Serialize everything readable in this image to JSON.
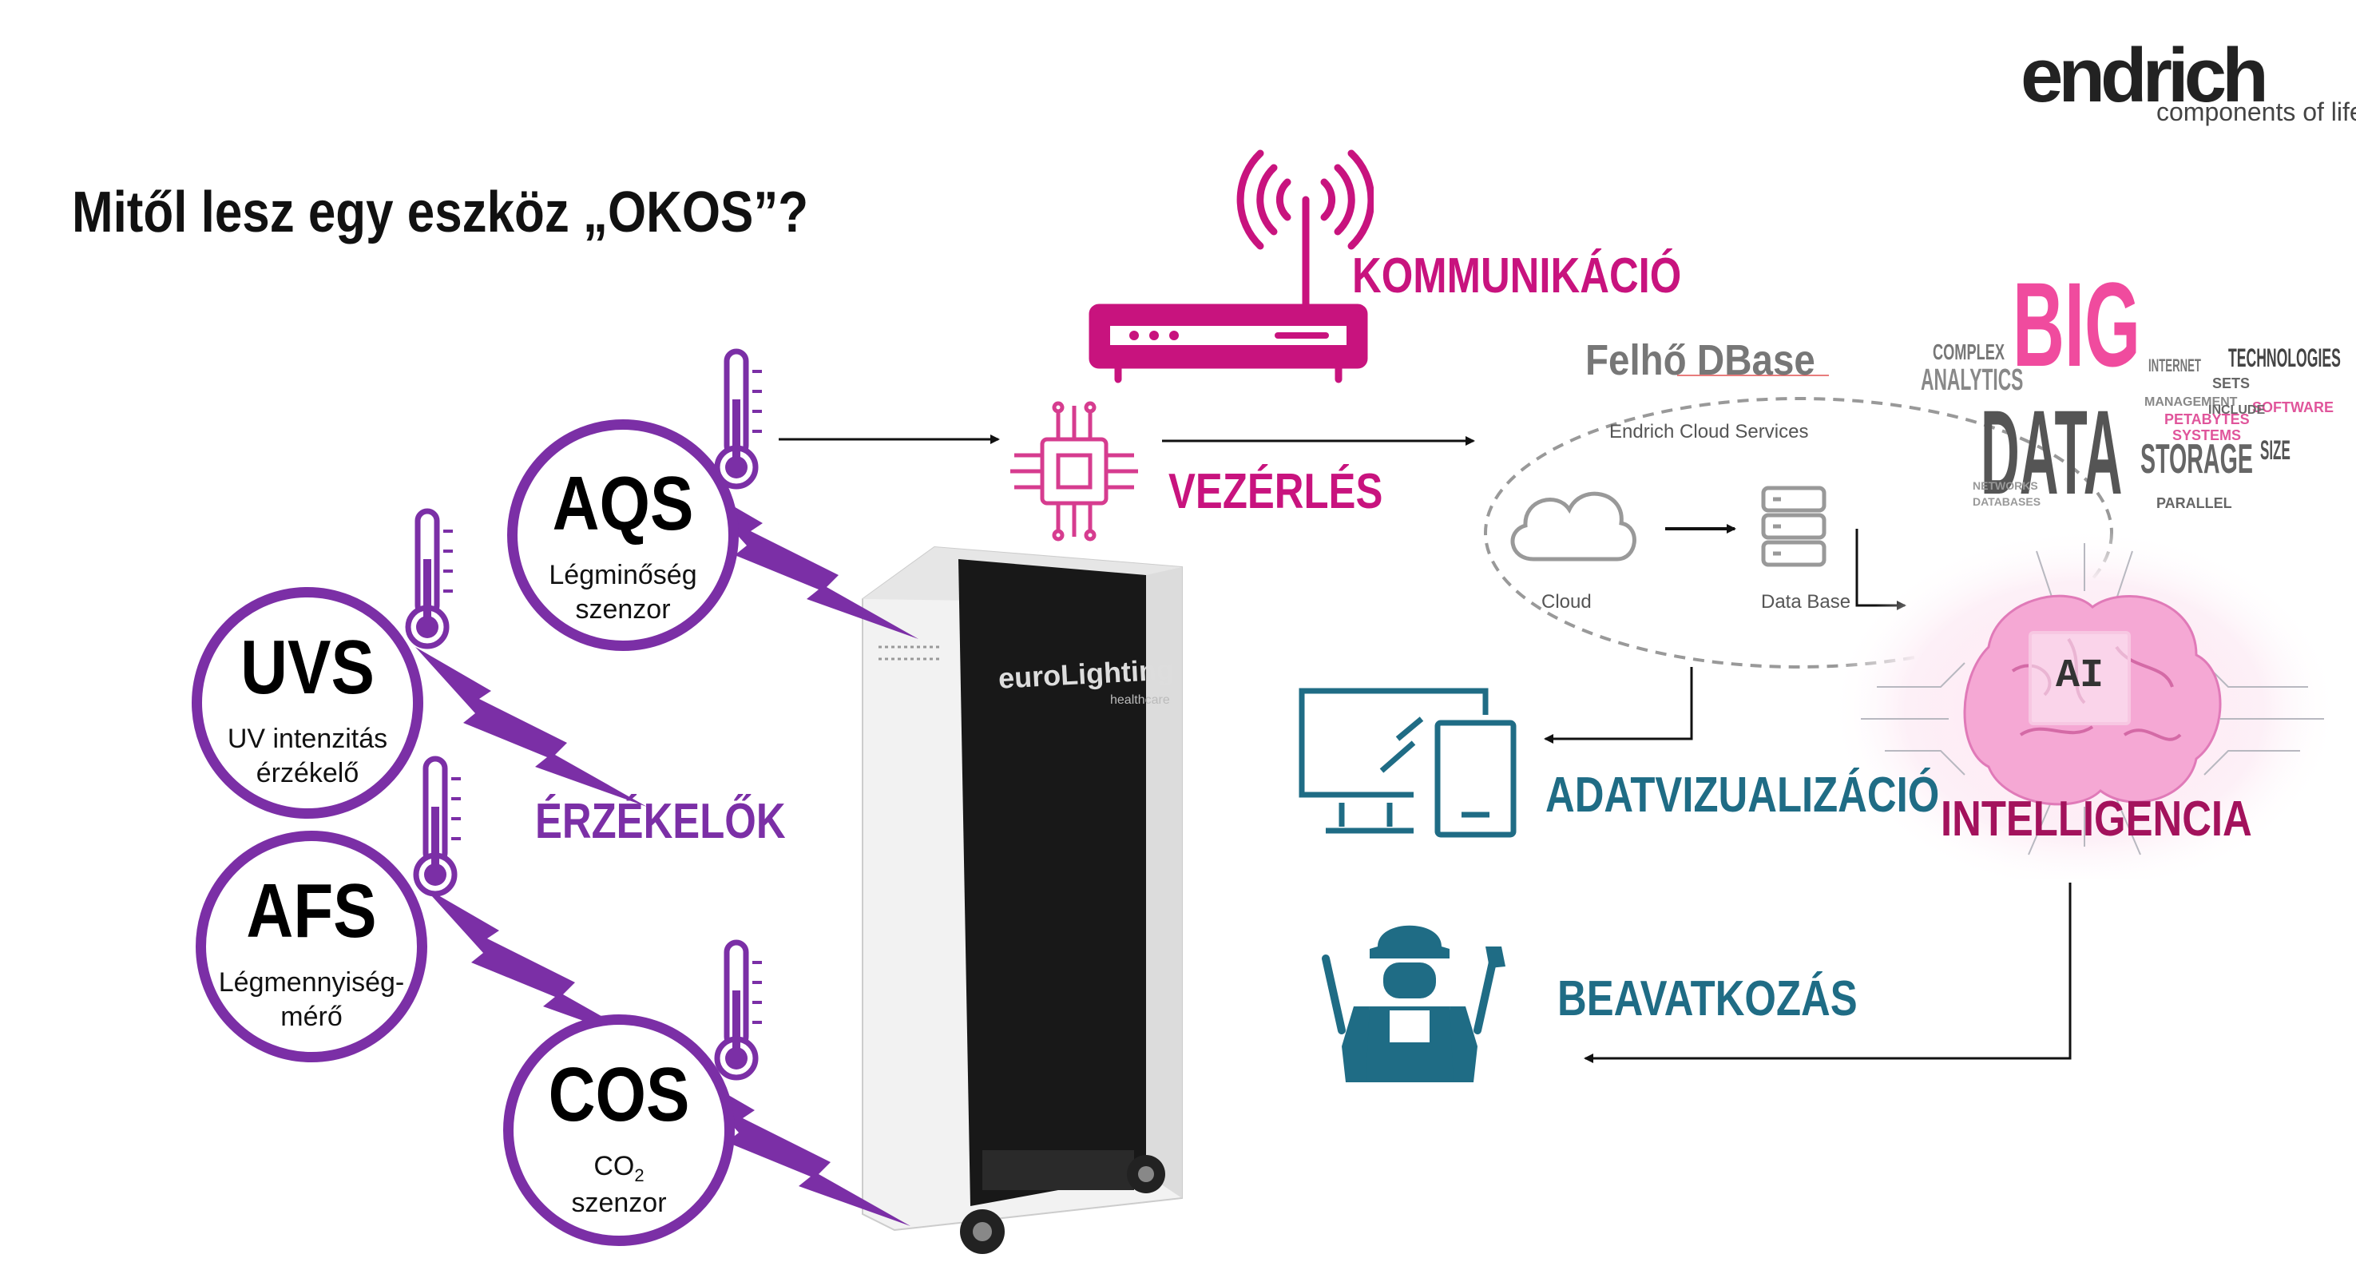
{
  "title": "Mitől lesz egy eszköz „OKOS”?",
  "logo": {
    "name": "endrich",
    "tagline": "components of life"
  },
  "colors": {
    "sensor_purple": "#7b2fa6",
    "magenta": "#c8137e",
    "teal": "#1f6c85",
    "grey": "#777777",
    "pink": "#f26ab4"
  },
  "sensors": [
    {
      "code": "AQS",
      "desc_line1": "Légminőség",
      "desc_line2": "szenzor"
    },
    {
      "code": "UVS",
      "desc_line1": "UV intenzitás",
      "desc_line2": "érzékelő"
    },
    {
      "code": "AFS",
      "desc_line1": "Légmennyiség-",
      "desc_line2": "mérő"
    },
    {
      "code": "COS",
      "desc_line1": "CO",
      "desc_sub": "2",
      "desc_line2": "szenzor"
    }
  ],
  "labels": {
    "sensors_group": "ÉRZÉKELŐK",
    "communication": "KOMMUNIKÁCIÓ",
    "control": "VEZÉRLÉS",
    "visualization": "ADATVIZUALIZÁCIÓ",
    "intelligence": "INTELLIGENCIA",
    "intervention": "BEAVATKOZÁS"
  },
  "cloud": {
    "title": "Felhő DBase",
    "service": "Endrich Cloud Services",
    "cloud_label": "Cloud",
    "db_label": "Data Base"
  },
  "ai": {
    "label": "AI"
  },
  "device": {
    "brand": "euroLighting",
    "sub": "healthcare"
  },
  "wordcloud": [
    "BIG",
    "DATA",
    "ANALYTICS",
    "COMPLEX",
    "STORAGE",
    "TECHNOLOGIES",
    "INTERNET",
    "MANAGEMENT",
    "SYSTEMS",
    "SIZE",
    "SOFTWARE",
    "PETABYTES",
    "DATABASES",
    "NETWORKS",
    "PARALLEL",
    "INCLUDE",
    "SETS"
  ],
  "icons": [
    "thermometer-icon",
    "lightning-icon",
    "router-icon",
    "chip-icon",
    "cloud-icon",
    "database-icon",
    "monitor-tablet-icon",
    "brain-icon",
    "worker-icon"
  ]
}
